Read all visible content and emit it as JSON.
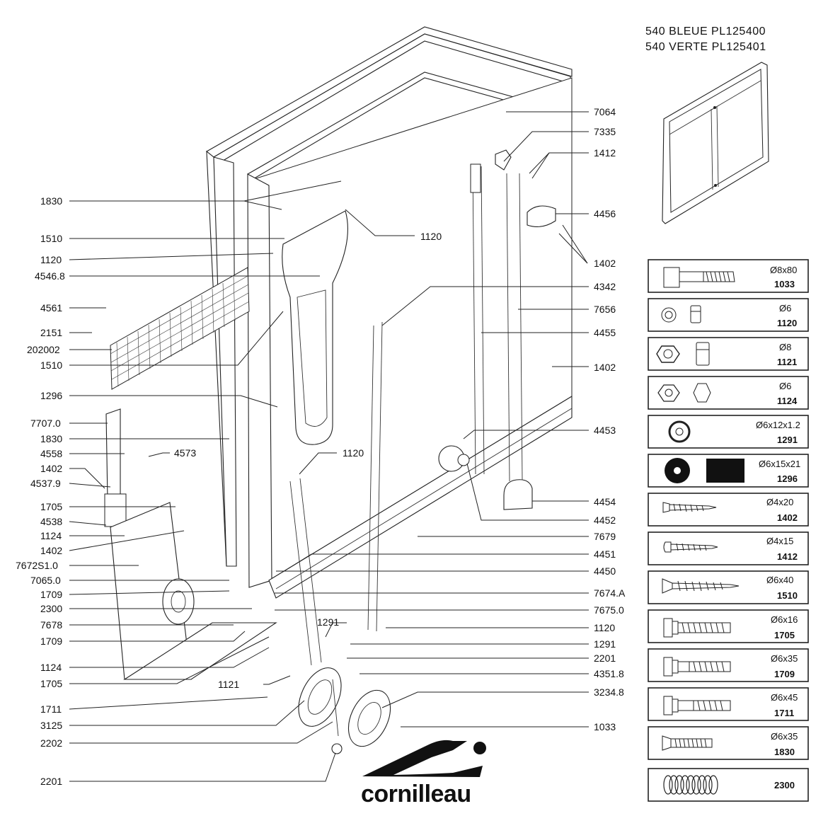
{
  "header": {
    "line1": "540  BLEUE  PL125400",
    "line2": "540  VERTE  PL125401"
  },
  "brand": "cornilleau",
  "callouts": [
    {
      "id": "c-7064",
      "label": "7064",
      "side": "right"
    },
    {
      "id": "c-7335",
      "label": "7335",
      "side": "right"
    },
    {
      "id": "c-1412",
      "label": "1412",
      "side": "right"
    },
    {
      "id": "c-1120a",
      "label": "1120",
      "side": "right"
    },
    {
      "id": "c-4456",
      "label": "4456",
      "side": "right"
    },
    {
      "id": "c-1402a",
      "label": "1402",
      "side": "right"
    },
    {
      "id": "c-4342",
      "label": "4342",
      "side": "right"
    },
    {
      "id": "c-7656",
      "label": "7656",
      "side": "right"
    },
    {
      "id": "c-4455",
      "label": "4455",
      "side": "right"
    },
    {
      "id": "c-1402b",
      "label": "1402",
      "side": "right"
    },
    {
      "id": "c-4453",
      "label": "4453",
      "side": "right"
    },
    {
      "id": "c-1120b",
      "label": "1120",
      "side": "right"
    },
    {
      "id": "c-4454",
      "label": "4454",
      "side": "right"
    },
    {
      "id": "c-4452",
      "label": "4452",
      "side": "right"
    },
    {
      "id": "c-7679",
      "label": "7679",
      "side": "right"
    },
    {
      "id": "c-4451",
      "label": "4451",
      "side": "right"
    },
    {
      "id": "c-4450",
      "label": "4450",
      "side": "right"
    },
    {
      "id": "c-7674A",
      "label": "7674.A",
      "side": "right"
    },
    {
      "id": "c-7675",
      "label": "7675.0",
      "side": "right"
    },
    {
      "id": "c-1291a",
      "label": "1291",
      "side": "right"
    },
    {
      "id": "c-1120c",
      "label": "1120",
      "side": "right"
    },
    {
      "id": "c-1291b",
      "label": "1291",
      "side": "right"
    },
    {
      "id": "c-2201a",
      "label": "2201",
      "side": "right"
    },
    {
      "id": "c-43518",
      "label": "4351.8",
      "side": "right"
    },
    {
      "id": "c-32348",
      "label": "3234.8",
      "side": "right"
    },
    {
      "id": "c-1033",
      "label": "1033",
      "side": "right"
    },
    {
      "id": "c-4573",
      "label": "4573",
      "side": "right"
    },
    {
      "id": "c-1121",
      "label": "1121",
      "side": "right"
    },
    {
      "id": "c-1830a",
      "label": "1830",
      "side": "left"
    },
    {
      "id": "c-1510a",
      "label": "1510",
      "side": "left"
    },
    {
      "id": "c-1120d",
      "label": "1120",
      "side": "left"
    },
    {
      "id": "c-45468",
      "label": "4546.8",
      "side": "left"
    },
    {
      "id": "c-4561",
      "label": "4561",
      "side": "left"
    },
    {
      "id": "c-2151",
      "label": "2151",
      "side": "left"
    },
    {
      "id": "c-202002",
      "label": "202002",
      "side": "left"
    },
    {
      "id": "c-1510b",
      "label": "1510",
      "side": "left"
    },
    {
      "id": "c-1296",
      "label": "1296",
      "side": "left"
    },
    {
      "id": "c-77070",
      "label": "7707.0",
      "side": "left"
    },
    {
      "id": "c-1830b",
      "label": "1830",
      "side": "left"
    },
    {
      "id": "c-4558",
      "label": "4558",
      "side": "left"
    },
    {
      "id": "c-1402c",
      "label": "1402",
      "side": "left"
    },
    {
      "id": "c-45379",
      "label": "4537.9",
      "side": "left"
    },
    {
      "id": "c-1705a",
      "label": "1705",
      "side": "left"
    },
    {
      "id": "c-4538",
      "label": "4538",
      "side": "left"
    },
    {
      "id": "c-1124a",
      "label": "1124",
      "side": "left"
    },
    {
      "id": "c-1402d",
      "label": "1402",
      "side": "left"
    },
    {
      "id": "c-7672",
      "label": "7672S1.0",
      "side": "left"
    },
    {
      "id": "c-70650",
      "label": "7065.0",
      "side": "left"
    },
    {
      "id": "c-1709a",
      "label": "1709",
      "side": "left"
    },
    {
      "id": "c-2300",
      "label": "2300",
      "side": "left"
    },
    {
      "id": "c-7678",
      "label": "7678",
      "side": "left"
    },
    {
      "id": "c-1709b",
      "label": "1709",
      "side": "left"
    },
    {
      "id": "c-1124b",
      "label": "1124",
      "side": "left"
    },
    {
      "id": "c-1705b",
      "label": "1705",
      "side": "left"
    },
    {
      "id": "c-1711",
      "label": "1711",
      "side": "left"
    },
    {
      "id": "c-3125",
      "label": "3125",
      "side": "left"
    },
    {
      "id": "c-2202",
      "label": "2202",
      "side": "left"
    },
    {
      "id": "c-2201b",
      "label": "2201",
      "side": "left"
    }
  ],
  "hardware": [
    {
      "dim": "Ø8x80",
      "ref": "1033",
      "icon": "bolt-long-icon"
    },
    {
      "dim": "Ø6",
      "ref": "1120",
      "icon": "nut-small-icon"
    },
    {
      "dim": "Ø8",
      "ref": "1121",
      "icon": "nut-large-icon"
    },
    {
      "dim": "Ø6",
      "ref": "1124",
      "icon": "flange-nut-icon"
    },
    {
      "dim": "Ø6x12x1.2",
      "ref": "1291",
      "icon": "washer-icon"
    },
    {
      "dim": "Ø6x15x21",
      "ref": "1296",
      "icon": "spacer-icon"
    },
    {
      "dim": "Ø4x20",
      "ref": "1402",
      "icon": "wood-screw-icon"
    },
    {
      "dim": "Ø4x15",
      "ref": "1412",
      "icon": "pan-screw-icon"
    },
    {
      "dim": "Ø6x40",
      "ref": "1510",
      "icon": "countersunk-wood-screw-icon"
    },
    {
      "dim": "Ø6x16",
      "ref": "1705",
      "icon": "hex-bolt-short-icon"
    },
    {
      "dim": "Ø6x35",
      "ref": "1709",
      "icon": "hex-bolt-medium-icon"
    },
    {
      "dim": "Ø6x45",
      "ref": "1711",
      "icon": "hex-bolt-long-icon"
    },
    {
      "dim": "Ø6x35",
      "ref": "1830",
      "icon": "countersunk-bolt-icon"
    },
    {
      "dim": "",
      "ref": "2300",
      "icon": "spring-icon"
    }
  ]
}
